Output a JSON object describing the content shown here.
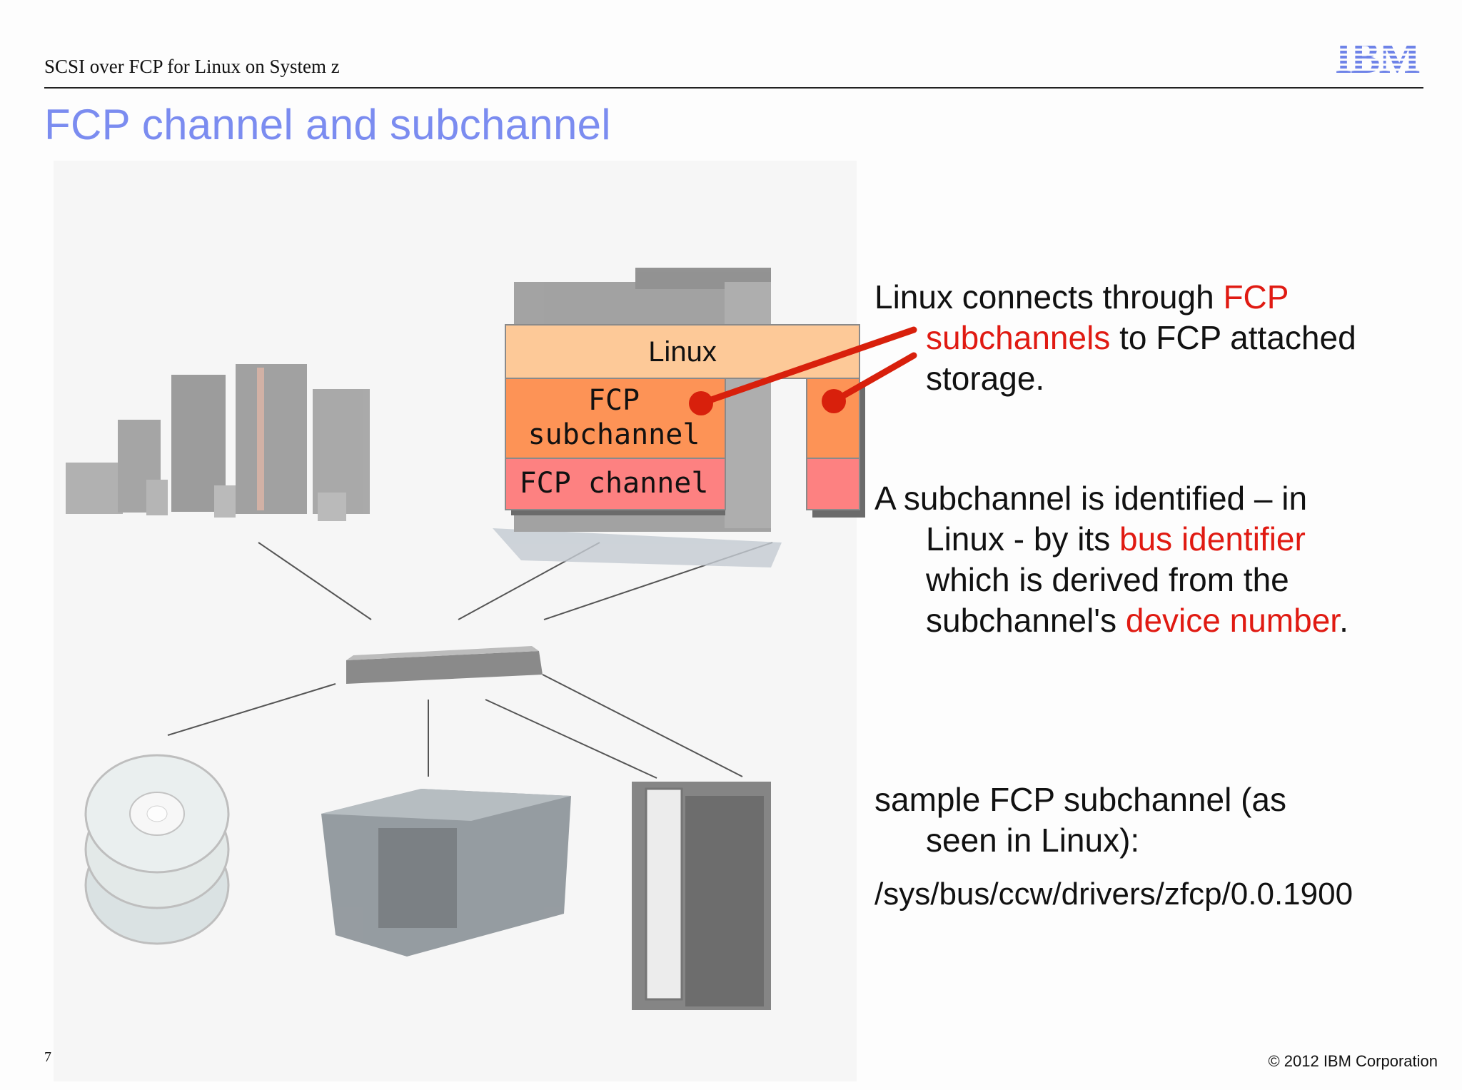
{
  "header": {
    "title": "SCSI over FCP for Linux on System z",
    "logo": "IBM"
  },
  "slide": {
    "title": "FCP channel and subchannel"
  },
  "diagram": {
    "layers": {
      "linux": "Linux",
      "subchannel_line1": "FCP",
      "subchannel_line2": "subchannel",
      "channel": "FCP channel"
    },
    "colors": {
      "linux": "#fdc998",
      "subchannel": "#fd9356",
      "channel": "#fd8181",
      "connector": "#d8200c"
    }
  },
  "text": {
    "p1": {
      "a": "Linux connects through ",
      "b": "FCP",
      "c": "subchannels",
      "d": " to FCP attached",
      "e": "storage."
    },
    "p2": {
      "a": "A subchannel is identified – in",
      "b": "Linux - by its ",
      "c": "bus identifier",
      "d": "which is derived from the",
      "e": "subchannel's ",
      "f": "device number",
      "g": "."
    },
    "p3": {
      "a": "sample FCP subchannel (as",
      "b": "seen in Linux):"
    },
    "path": "/sys/bus/ccw/drivers/zfcp/0.0.1900"
  },
  "footer": {
    "page_number": "7",
    "copyright": "© 2012 IBM Corporation"
  }
}
